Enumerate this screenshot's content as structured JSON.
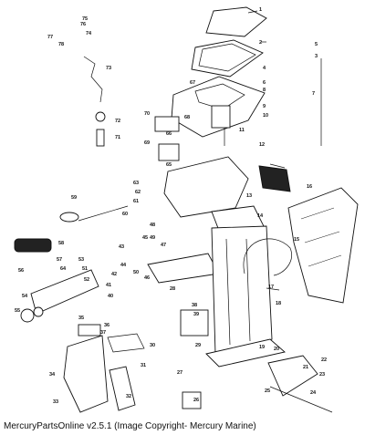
{
  "caption": "MercuryPartsOnline v2.5.1 (Image Copyright- Mercury Marine)",
  "callouts": [
    "1",
    "2",
    "3",
    "4",
    "5",
    "6",
    "7",
    "8",
    "9",
    "10",
    "11",
    "12",
    "13",
    "14",
    "15",
    "16",
    "17",
    "18",
    "19",
    "20",
    "21",
    "22",
    "23",
    "24",
    "25",
    "26",
    "27",
    "28",
    "29",
    "30",
    "31",
    "32",
    "33",
    "34",
    "35",
    "36",
    "37",
    "38",
    "39",
    "40",
    "41",
    "42",
    "43",
    "44",
    "45",
    "46",
    "47",
    "48",
    "49",
    "50",
    "51",
    "52",
    "53",
    "54",
    "55",
    "56",
    "57",
    "58",
    "59",
    "60",
    "61",
    "62",
    "63",
    "64",
    "65",
    "66",
    "67",
    "68",
    "69",
    "70",
    "71",
    "72",
    "73",
    "74",
    "75",
    "76",
    "77",
    "78"
  ]
}
